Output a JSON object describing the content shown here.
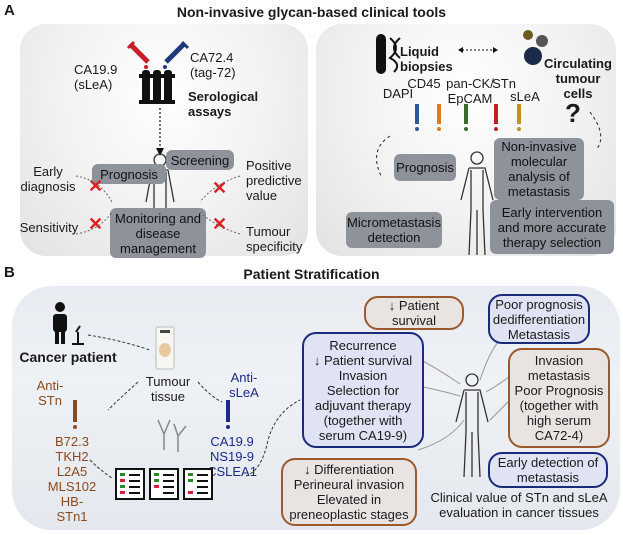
{
  "panel_a": {
    "letter": "A",
    "title": "Non-invasive glycan-based clinical tools",
    "left": {
      "marker_ca199": "CA19.9\n(sLeA)",
      "marker_ca724": "CA72.4\n(tag-72)",
      "assay_label": "Serological\nassays",
      "boxes": {
        "prognosis": "Prognosis",
        "screening": "Screening",
        "monitoring": "Monitoring and\ndisease\nmanagement"
      },
      "limitations": {
        "early_diagnosis": "Early\ndiagnosis",
        "sensitivity": "Sensitivity",
        "positive_predictive_value": "Positive\npredictive\nvalue",
        "tumour_specificity": "Tumour\nspecificity"
      },
      "colors": {
        "ca199": "#c8202a",
        "ca724": "#1f3a7a",
        "cross": "#e02020"
      }
    },
    "right": {
      "liquid_biopsies": "Liquid\nbiopsies",
      "ctc": "Circulating\ntumour\ncells",
      "question_mark": "?",
      "markers": [
        {
          "label": "DAPI",
          "color": "#2a5a9a"
        },
        {
          "label": "CD45",
          "color": "#e07a20"
        },
        {
          "label": "pan-CK/\nEpCAM",
          "color": "#3a6a30"
        },
        {
          "label": "STn",
          "color": "#c02020"
        },
        {
          "label": "sLeA",
          "color": "#c09020"
        }
      ],
      "boxes": {
        "prognosis": "Prognosis",
        "molecular": "Non-invasive\nmolecular\nanalysis of\nmetastasis",
        "micrometastasis": "Micrometastasis\ndetection",
        "early_intervention": "Early intervention\nand more accurate\ntherapy selection"
      }
    }
  },
  "panel_b": {
    "letter": "B",
    "title": "Patient Stratification",
    "cancer_patient": "Cancer patient",
    "tumour_tissue": "Tumour\ntissue",
    "anti_stn": {
      "title": "Anti-\nSTn",
      "clones": "B72.3\nTKH2\nL2A5\nMLS102\nHB-\nSTn1",
      "color": "#8a4a1e"
    },
    "anti_slea": {
      "title": "Anti-\nsLeA",
      "clones": "CA19.9\nNS19-9\nCSLEA1",
      "color": "#1c2a8a"
    },
    "boxes": {
      "patient_survival": "↓ Patient\nsurvival",
      "recurrence": "Recurrence\n↓ Patient survival\nInvasion\nSelection for\nadjuvant therapy\n(together with\nserum CA19-9)",
      "differentiation": "↓ Differentiation\nPerineural invasion\nElevated in\npreneoplastic stages",
      "poor_prognosis": "Poor prognosis\ndedifferentiation\nMetastasis",
      "invasion": "Invasion\nmetastasis\nPoor Prognosis\n(together with\nhigh serum\nCA72-4)",
      "early_detection": "Early detection of\nmetastasis"
    },
    "caption": "Clinical value of STn and sLeA\nevaluation in cancer tissues"
  }
}
